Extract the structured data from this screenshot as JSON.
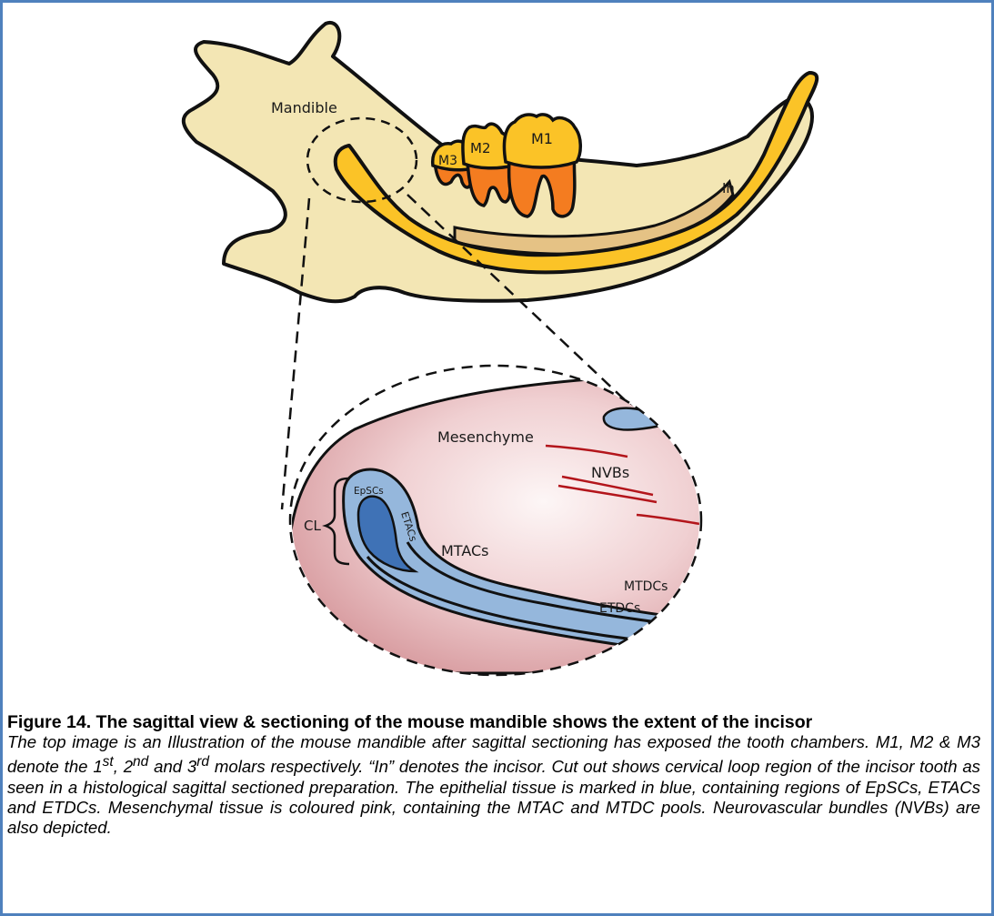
{
  "diagram": {
    "labels": {
      "mandible": "Mandible",
      "m1": "M1",
      "m2": "M2",
      "m3": "M3",
      "incisor": "In",
      "mesenchyme": "Mesenchyme",
      "nvbs": "NVBs",
      "cl": "CL",
      "epscs": "EpSCs",
      "etacs": "ETACs",
      "mtacs": "MTACs",
      "mtdcs": "MTDCs",
      "etdcs": "ETDCs"
    },
    "colors": {
      "bone": "#f3e6b4",
      "incisor": "#fbc327",
      "incisor_pulp": "#e5c285",
      "molar_crown": "#fbc327",
      "molar_root": "#f47c20",
      "mesenchyme_pink": "#e7b5b8",
      "epithelium_light": "#95b7dc",
      "epithelium_dark": "#3f72b6",
      "nvb_red": "#b3151b",
      "frame_blue": "#4f81bd"
    }
  },
  "caption": {
    "title": "Figure 14. The sagittal view & sectioning of the mouse mandible shows the extent of the incisor",
    "body_1": "The top image is an Illustration of the mouse mandible after sagittal sectioning has exposed the tooth chambers. M1, M2 & M3 denote the 1",
    "sup_1": "st",
    "body_2": ", 2",
    "sup_2": "nd",
    "body_3": " and 3",
    "sup_3": "rd",
    "body_4": " molars respectively. “In” denotes the incisor. Cut out shows cervical loop region of the incisor tooth as seen in a histological sagittal sectioned preparation. The epithelial tissue is marked in blue, containing regions of EpSCs, ETACs and ETDCs. Mesenchymal tissue is coloured pink, containing the MTAC and MTDC pools. Neurovascular bundles (NVBs) are also depicted."
  }
}
